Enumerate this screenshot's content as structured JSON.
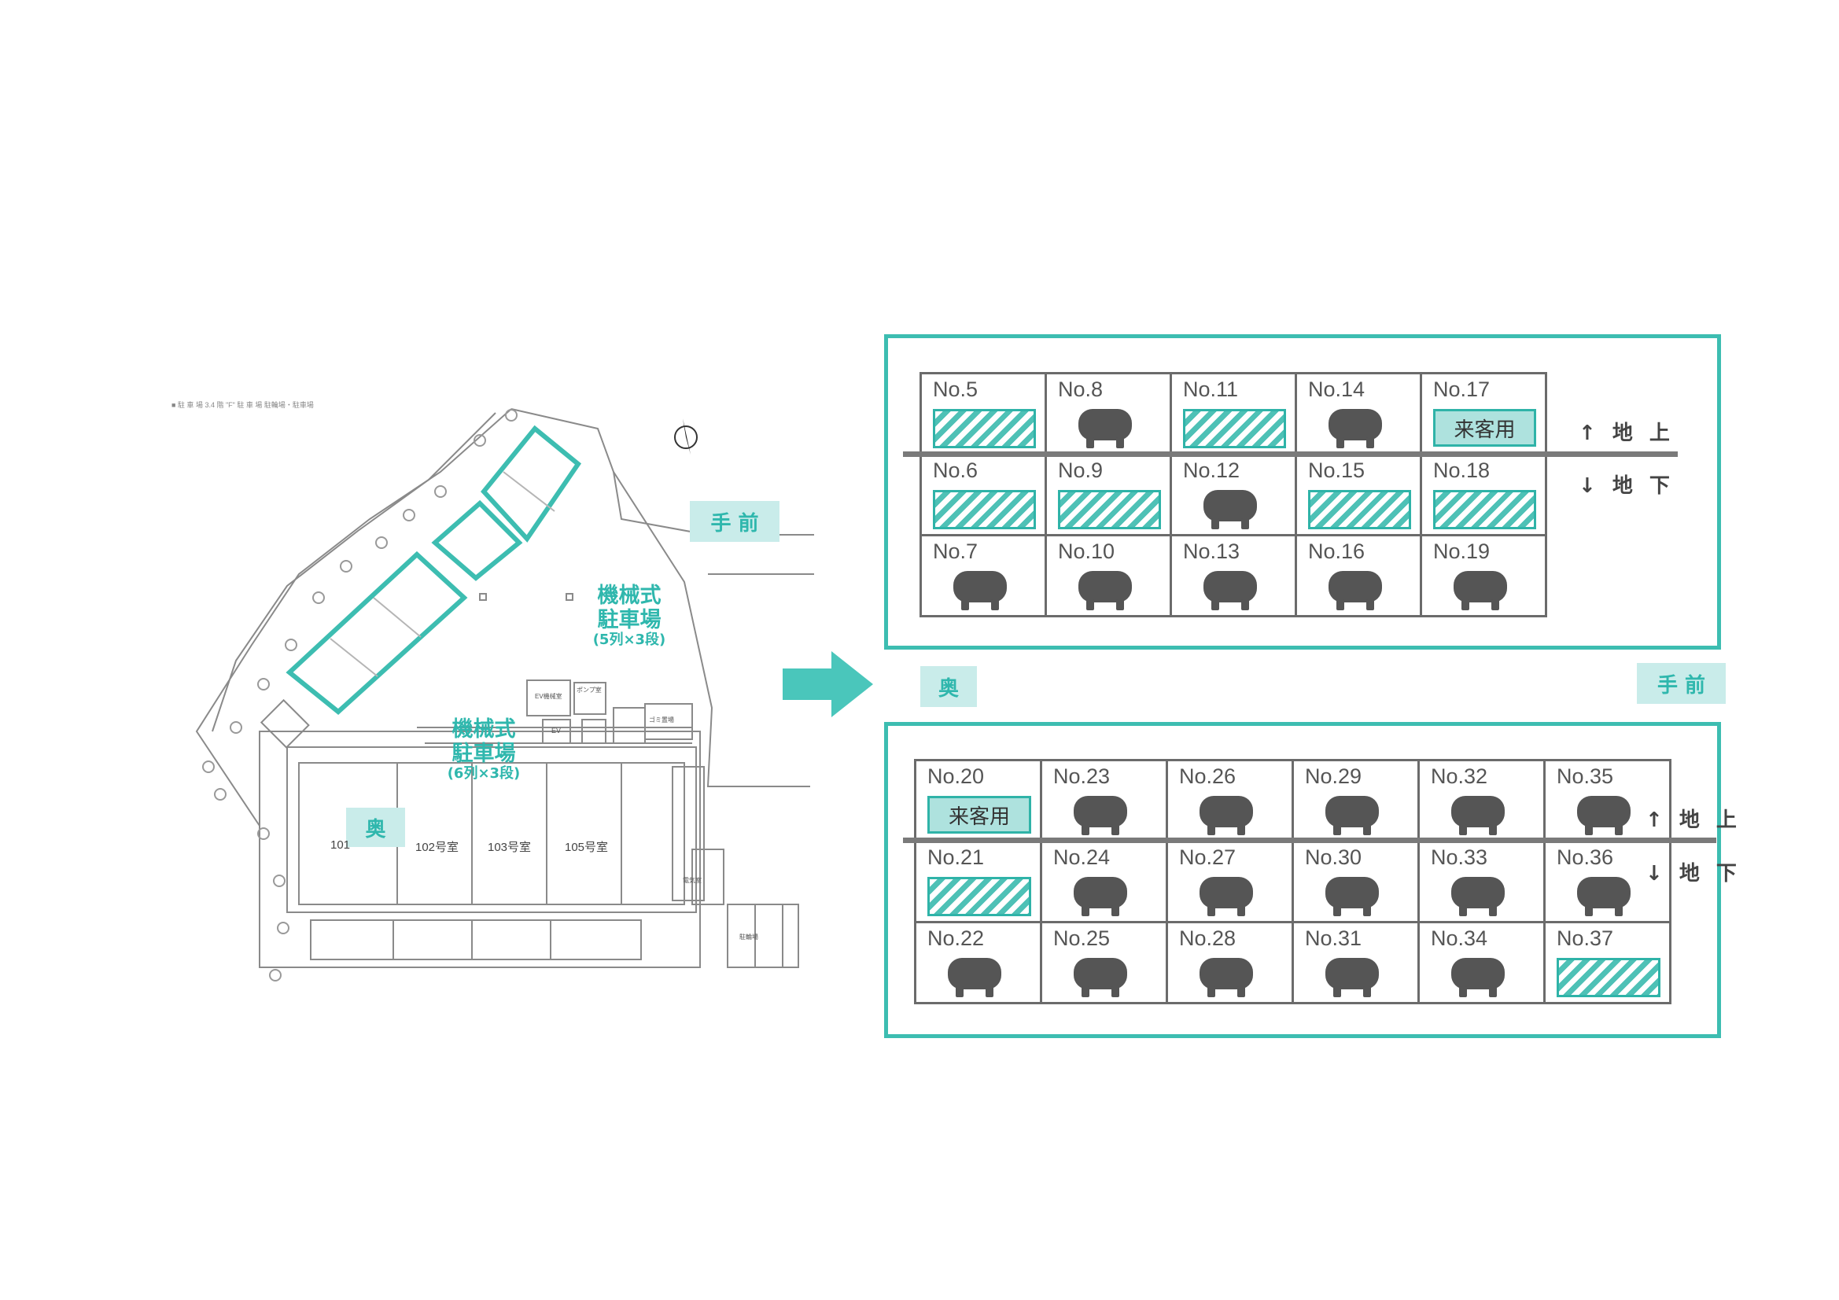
{
  "labels": {
    "front": "手 前",
    "back": "奥",
    "mech_parking": "機械式",
    "mech_parking2": "駐車場",
    "lot_a_spec": "(5列×3段)",
    "lot_b_spec": "(6列×3段)",
    "above_ground": "↑ 地 上",
    "below_ground": "↓ 地 下",
    "guest": "来客用"
  },
  "floorplan": {
    "header_text": "■ 駐 車 場  3.4  階  \"F\"  駐 車 場  駐輪場・駐車場",
    "rooms": [
      "101",
      "102号室",
      "103号室",
      "105号室"
    ],
    "small_labels": [
      "EV機械室",
      "ポンプ室",
      "EV",
      "電気室",
      "ゴミ置場",
      "駐輪場"
    ]
  },
  "lot_top": {
    "rows": [
      [
        {
          "no": "No.5",
          "type": "hatch"
        },
        {
          "no": "No.8",
          "type": "car"
        },
        {
          "no": "No.11",
          "type": "hatch"
        },
        {
          "no": "No.14",
          "type": "car"
        },
        {
          "no": "No.17",
          "type": "guest"
        }
      ],
      [
        {
          "no": "No.6",
          "type": "hatch"
        },
        {
          "no": "No.9",
          "type": "hatch"
        },
        {
          "no": "No.12",
          "type": "car"
        },
        {
          "no": "No.15",
          "type": "hatch"
        },
        {
          "no": "No.18",
          "type": "hatch"
        }
      ],
      [
        {
          "no": "No.7",
          "type": "car"
        },
        {
          "no": "No.10",
          "type": "car"
        },
        {
          "no": "No.13",
          "type": "car"
        },
        {
          "no": "No.16",
          "type": "car"
        },
        {
          "no": "No.19",
          "type": "car"
        }
      ]
    ]
  },
  "lot_bottom": {
    "rows": [
      [
        {
          "no": "No.20",
          "type": "guest"
        },
        {
          "no": "No.23",
          "type": "car"
        },
        {
          "no": "No.26",
          "type": "car"
        },
        {
          "no": "No.29",
          "type": "car"
        },
        {
          "no": "No.32",
          "type": "car"
        },
        {
          "no": "No.35",
          "type": "car"
        }
      ],
      [
        {
          "no": "No.21",
          "type": "hatch"
        },
        {
          "no": "No.24",
          "type": "car"
        },
        {
          "no": "No.27",
          "type": "car"
        },
        {
          "no": "No.30",
          "type": "car"
        },
        {
          "no": "No.33",
          "type": "car"
        },
        {
          "no": "No.36",
          "type": "car"
        }
      ],
      [
        {
          "no": "No.22",
          "type": "car"
        },
        {
          "no": "No.25",
          "type": "car"
        },
        {
          "no": "No.28",
          "type": "car"
        },
        {
          "no": "No.31",
          "type": "car"
        },
        {
          "no": "No.34",
          "type": "car"
        },
        {
          "no": "No.37",
          "type": "hatch"
        }
      ]
    ]
  },
  "colors": {
    "teal": "#3dbdb1",
    "teal_light": "#c9ecea",
    "car": "#555555",
    "grid": "#6b6b6b"
  },
  "icons": {
    "arrow": "right-arrow-icon",
    "car": "car-icon",
    "north": "north-arrow-icon"
  }
}
